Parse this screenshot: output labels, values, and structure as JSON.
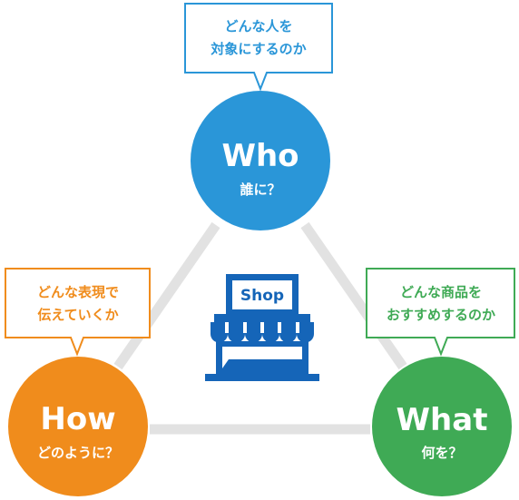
{
  "nodes": {
    "who": {
      "title": "Who",
      "subtitle": "誰に？",
      "color": "#2a96d8"
    },
    "what": {
      "title": "What",
      "subtitle": "何を？",
      "color": "#3faa55"
    },
    "how": {
      "title": "How",
      "subtitle": "どのように？",
      "color": "#f08c1c"
    }
  },
  "callouts": {
    "who": {
      "lines": [
        "どんな人を",
        "対象にするのか"
      ],
      "color": "#2a96d8"
    },
    "what": {
      "lines": [
        "どんな商品を",
        "おすすめするのか"
      ],
      "color": "#3faa55"
    },
    "how": {
      "lines": [
        "どんな表現で",
        "伝えていくか"
      ],
      "color": "#f08c1c"
    }
  },
  "center": {
    "icon": "shop-icon",
    "sign_text": "Shop",
    "color": "#1565b8"
  },
  "connector_color": "#e2e2e2"
}
